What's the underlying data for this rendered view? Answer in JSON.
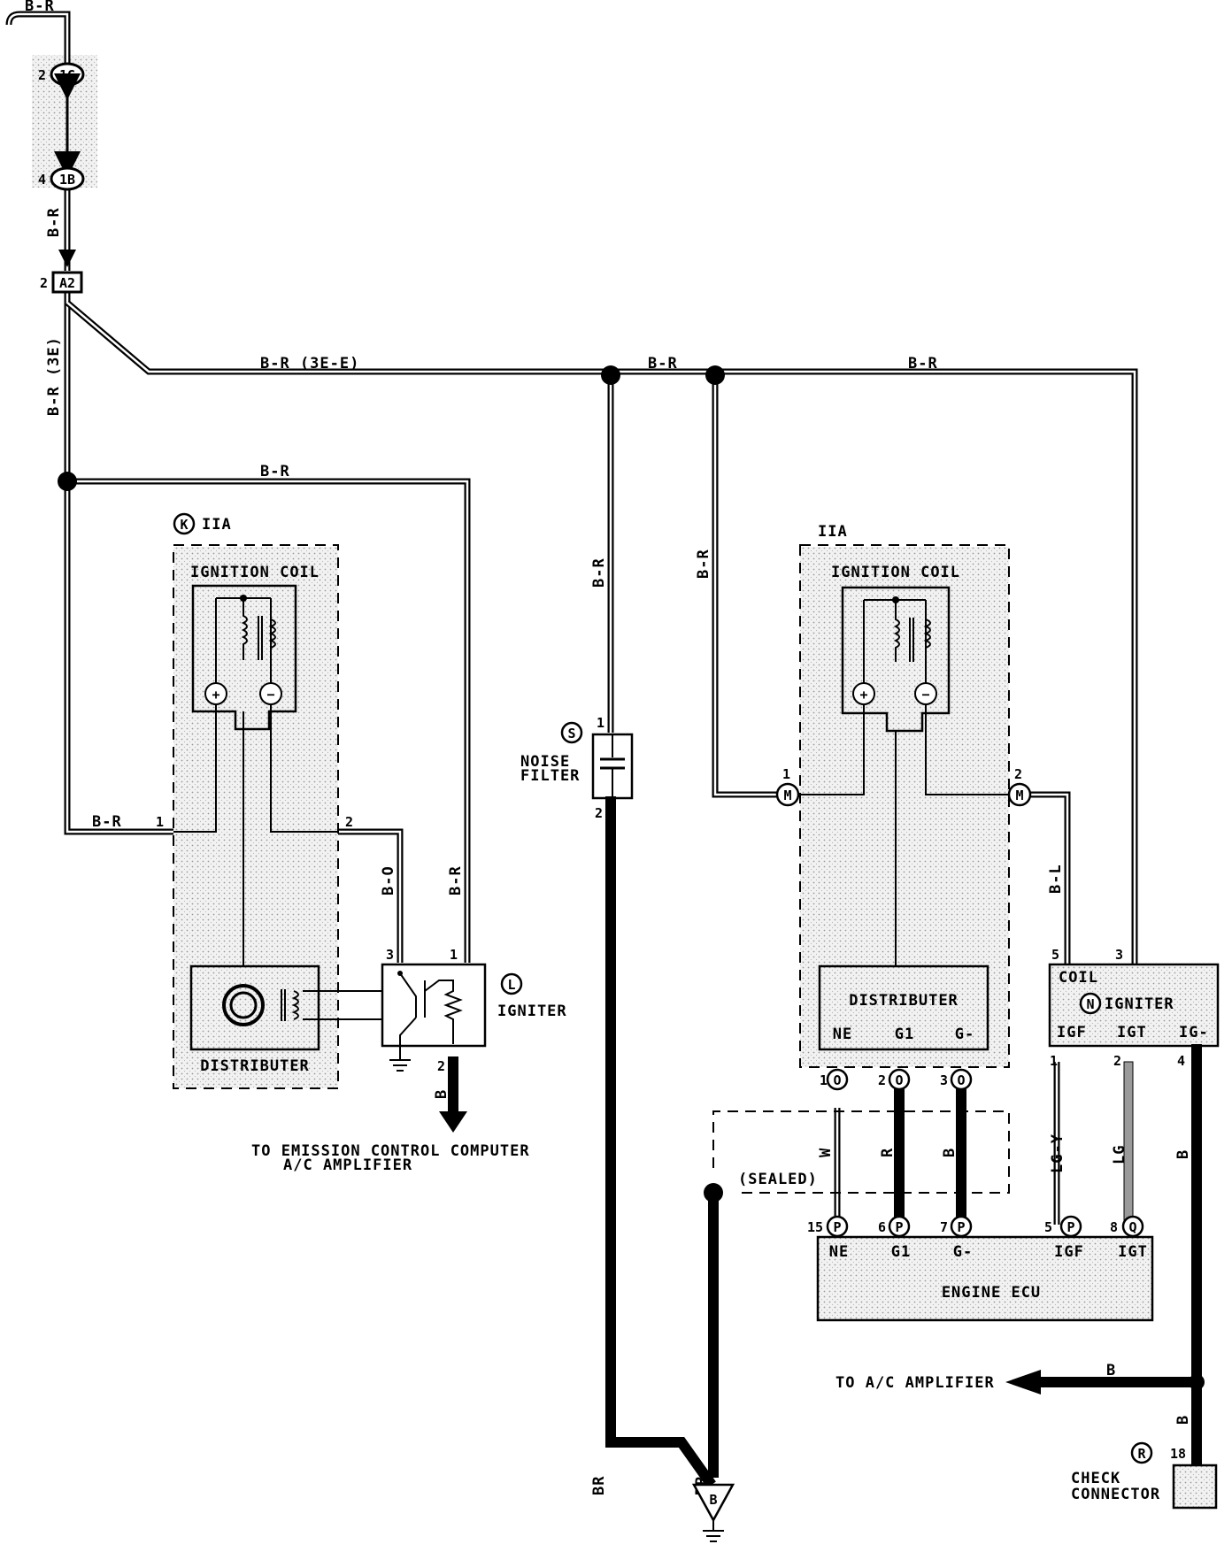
{
  "labels": {
    "wire_top": "B-R",
    "conn_1g": "1G",
    "conn_1g_pin": "2",
    "conn_1b": "1B",
    "conn_1b_pin": "4",
    "wire_br_a": "B-R",
    "conn_a2": "A2",
    "conn_a2_pin": "2",
    "wire_br_3e": "B-R (3E)",
    "wire_br_3ee": "B-R (3E-E)",
    "wire_br_mid": "B-R",
    "wire_br_right": "B-R",
    "wire_br_branch": "B-R",
    "mark_k": "K",
    "iia_left": "IIA",
    "iia_right": "IIA",
    "ignition_coil_left": "IGNITION COIL",
    "ignition_coil_right": "IGNITION COIL",
    "wire_br_left_low": "B-R",
    "pin_1_left": "1",
    "pin_2_left": "2",
    "wire_bo": "B-O",
    "wire_br_ign": "B-R",
    "pin_3_ign": "3",
    "pin_1_ign": "1",
    "mark_l": "L",
    "igniter_left": "IGNITER",
    "distributer_left": "DISTRIBUTER",
    "pin_2_ign": "2",
    "wire_b_ign": "B",
    "to_emission": "TO EMISSION CONTROL COMPUTER",
    "to_ac_amp_left": "A/C AMPLIFIER",
    "wire_br_filter": "B-R",
    "mark_s": "S",
    "noise": "NOISE",
    "filter": "FILTER",
    "filter_pin_1": "1",
    "filter_pin_2": "2",
    "wire_br_coil_r": "B-R",
    "conn_m": "M",
    "pin_m1": "1",
    "pin_m2": "2",
    "wire_bl": "B-L",
    "pin_5_coil": "5",
    "pin_3_coil": "3",
    "coil": "COIL",
    "mark_n": "N",
    "igniter_right": "IGNITER",
    "igf": "IGF",
    "igt": "IGT",
    "ig_minus": "IG-",
    "distributer_right": "DISTRIBUTER",
    "ne": "NE",
    "g1": "G1",
    "g_minus": "G-",
    "conn_o": "O",
    "pin_o1": "1",
    "pin_o2": "2",
    "pin_o3": "3",
    "wire_w": "W",
    "wire_r": "R",
    "wire_b_g": "B",
    "sealed": "(SEALED)",
    "pin_i1": "1",
    "pin_i2": "2",
    "pin_i4": "4",
    "wire_lgy": "LG-Y",
    "wire_lg": "LG",
    "wire_b_igm": "B",
    "conn_p": "P",
    "conn_q": "Q",
    "pin_15": "15",
    "pin_6": "6",
    "pin_7": "7",
    "pin_5_ecu": "5",
    "pin_8_ecu": "8",
    "ecu_ne": "NE",
    "ecu_g1": "G1",
    "ecu_gm": "G-",
    "ecu_igf": "IGF",
    "ecu_igt": "IGT",
    "engine_ecu": "ENGINE ECU",
    "to_ac_amp_right": "TO A/C AMPLIFIER",
    "wire_b_ac": "B",
    "wire_b_chk": "B",
    "wire_br_1": "BR",
    "wire_br_2": "BR",
    "ground_b": "B",
    "mark_r": "R",
    "pin_18": "18",
    "check": "CHECK",
    "connector": "CONNECTOR"
  }
}
